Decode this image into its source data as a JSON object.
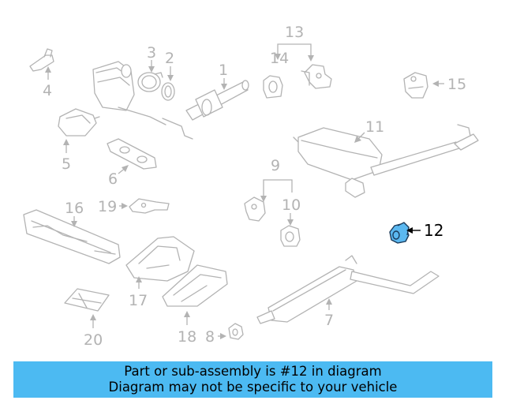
{
  "callouts": {
    "n1": "1",
    "n2": "2",
    "n3": "3",
    "n4": "4",
    "n5": "5",
    "n6": "6",
    "n7": "7",
    "n8": "8",
    "n9": "9",
    "n10": "10",
    "n11": "11",
    "n12": "12",
    "n13": "13",
    "n14": "14",
    "n15": "15",
    "n16": "16",
    "n17": "17",
    "n18": "18",
    "n19": "19",
    "n20": "20"
  },
  "highlighted_part": "12",
  "colors": {
    "line": "#b3b3b3",
    "highlight_part": "#5bb8f0",
    "banner": "#4cbaf2"
  },
  "banner": {
    "line1": "Part or sub-assembly is #12 in diagram",
    "line2": "Diagram may not be specific to your vehicle"
  }
}
